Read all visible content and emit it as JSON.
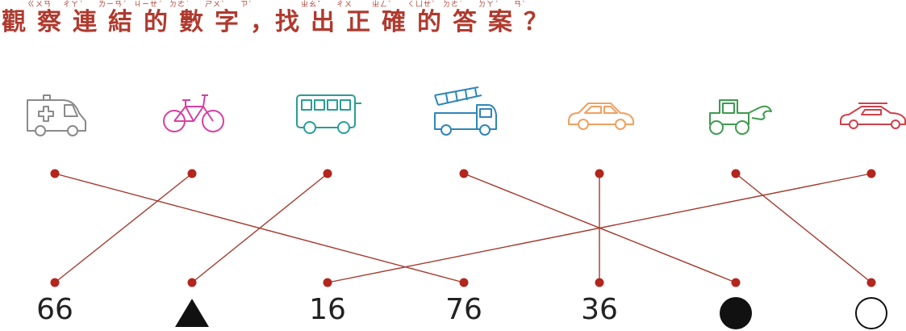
{
  "title": {
    "text": "觀察連結的數字，找出正確的答案？",
    "chars": [
      {
        "c": "觀",
        "z": "ㄍㄨㄢ"
      },
      {
        "c": "察",
        "z": "ㄔㄚˊ"
      },
      {
        "c": "連",
        "z": "ㄌㄧㄢˊ"
      },
      {
        "c": "結",
        "z": "ㄐㄧㄝˊ"
      },
      {
        "c": "的",
        "z": "ㄉㄜ˙"
      },
      {
        "c": "數",
        "z": "ㄕㄨˋ"
      },
      {
        "c": "字",
        "z": "ㄗˋ"
      },
      {
        "c": "，",
        "z": ""
      },
      {
        "c": "找",
        "z": "ㄓㄠˇ"
      },
      {
        "c": "出",
        "z": "ㄔㄨ"
      },
      {
        "c": "正",
        "z": "ㄓㄥˋ"
      },
      {
        "c": "確",
        "z": "ㄑㄩㄝˋ"
      },
      {
        "c": "的",
        "z": "ㄉㄜ˙"
      },
      {
        "c": "答",
        "z": "ㄉㄚˊ"
      },
      {
        "c": "案",
        "z": "ㄢˋ"
      },
      {
        "c": "？",
        "z": ""
      }
    ]
  },
  "vehicles": [
    {
      "icon": "ambulance-icon",
      "color": "#8a8a8a"
    },
    {
      "icon": "bicycle-icon",
      "color": "#d63fa0"
    },
    {
      "icon": "bus-icon",
      "color": "#2a9d97"
    },
    {
      "icon": "fire-truck-icon",
      "color": "#2f86b8"
    },
    {
      "icon": "car-icon",
      "color": "#f0a060"
    },
    {
      "icon": "tractor-icon",
      "color": "#3f9a4f"
    },
    {
      "icon": "sports-car-icon",
      "color": "#d0404a"
    }
  ],
  "bottom": [
    {
      "label": "66",
      "symbol": ""
    },
    {
      "label": "",
      "symbol": "triangle"
    },
    {
      "label": "16",
      "symbol": ""
    },
    {
      "label": "76",
      "symbol": ""
    },
    {
      "label": "36",
      "symbol": ""
    },
    {
      "label": "",
      "symbol": "filled-circle"
    },
    {
      "label": "",
      "symbol": "open-circle"
    }
  ],
  "connections": [
    [
      0,
      3
    ],
    [
      1,
      0
    ],
    [
      2,
      1
    ],
    [
      3,
      5
    ],
    [
      4,
      4
    ],
    [
      5,
      6
    ],
    [
      6,
      2
    ]
  ],
  "colors": {
    "line": "#a33a2e",
    "dot": "#b3261e",
    "title": "#b03a2e"
  }
}
